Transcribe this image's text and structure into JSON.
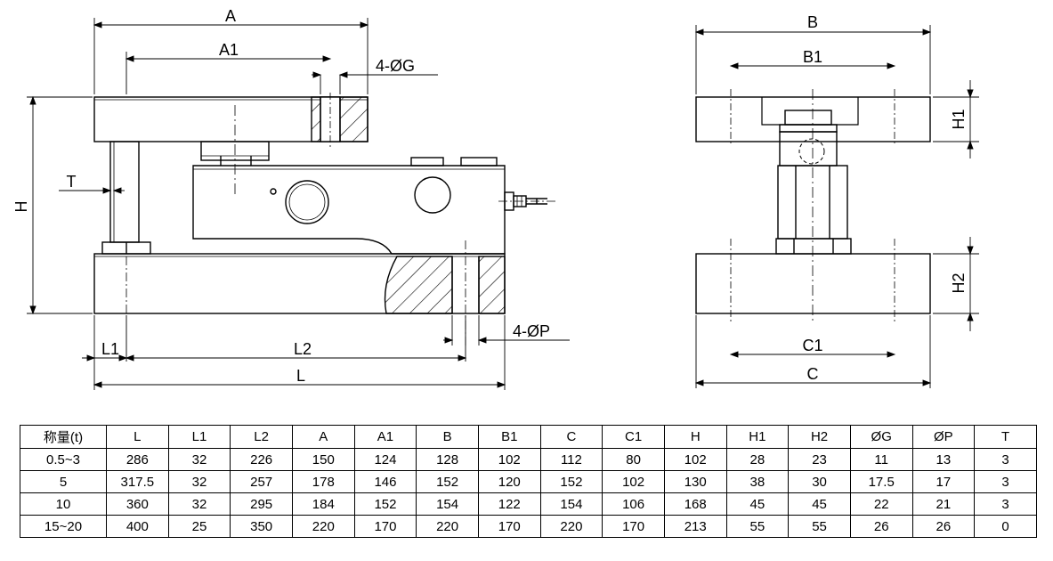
{
  "drawing": {
    "labels": {
      "A": "A",
      "A1": "A1",
      "G": "4-ØG",
      "T": "T",
      "H": "H",
      "L1": "L1",
      "L2": "L2",
      "L": "L",
      "P": "4-ØP",
      "B": "B",
      "B1": "B1",
      "H1": "H1",
      "H2": "H2",
      "C1": "C1",
      "C": "C"
    }
  },
  "table": {
    "headers": [
      "称量(t)",
      "L",
      "L1",
      "L2",
      "A",
      "A1",
      "B",
      "B1",
      "C",
      "C1",
      "H",
      "H1",
      "H2",
      "ØG",
      "ØP",
      "T"
    ],
    "rows": [
      [
        "0.5~3",
        "286",
        "32",
        "226",
        "150",
        "124",
        "128",
        "102",
        "112",
        "80",
        "102",
        "28",
        "23",
        "11",
        "13",
        "3"
      ],
      [
        "5",
        "317.5",
        "32",
        "257",
        "178",
        "146",
        "152",
        "120",
        "152",
        "102",
        "130",
        "38",
        "30",
        "17.5",
        "17",
        "3"
      ],
      [
        "10",
        "360",
        "32",
        "295",
        "184",
        "152",
        "154",
        "122",
        "154",
        "106",
        "168",
        "45",
        "45",
        "22",
        "21",
        "3"
      ],
      [
        "15~20",
        "400",
        "25",
        "350",
        "220",
        "170",
        "220",
        "170",
        "220",
        "170",
        "213",
        "55",
        "55",
        "26",
        "26",
        "0"
      ]
    ]
  }
}
